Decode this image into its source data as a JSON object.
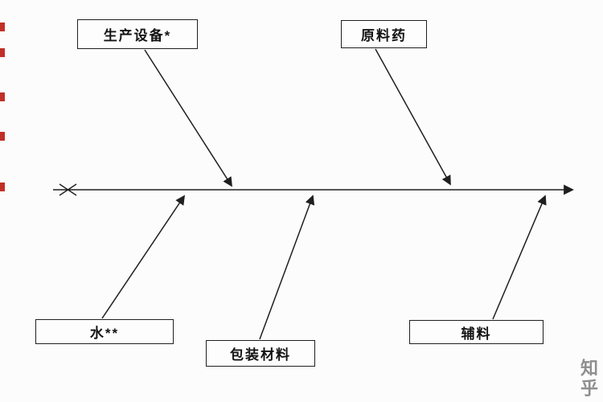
{
  "diagram": {
    "type": "fishbone-cause-effect",
    "labels": {
      "equipment": "生产设备*",
      "api": "原料药",
      "water": "水**",
      "packaging": "包装材料",
      "excipients": "辅料"
    },
    "watermark": "知乎",
    "colors": {
      "line": "#1f1f1f",
      "box_border": "#1f1f1f",
      "text": "#141414",
      "red_mark": "#c03028",
      "watermark": "#8e8e8e",
      "background": "#fcfcfc"
    }
  }
}
